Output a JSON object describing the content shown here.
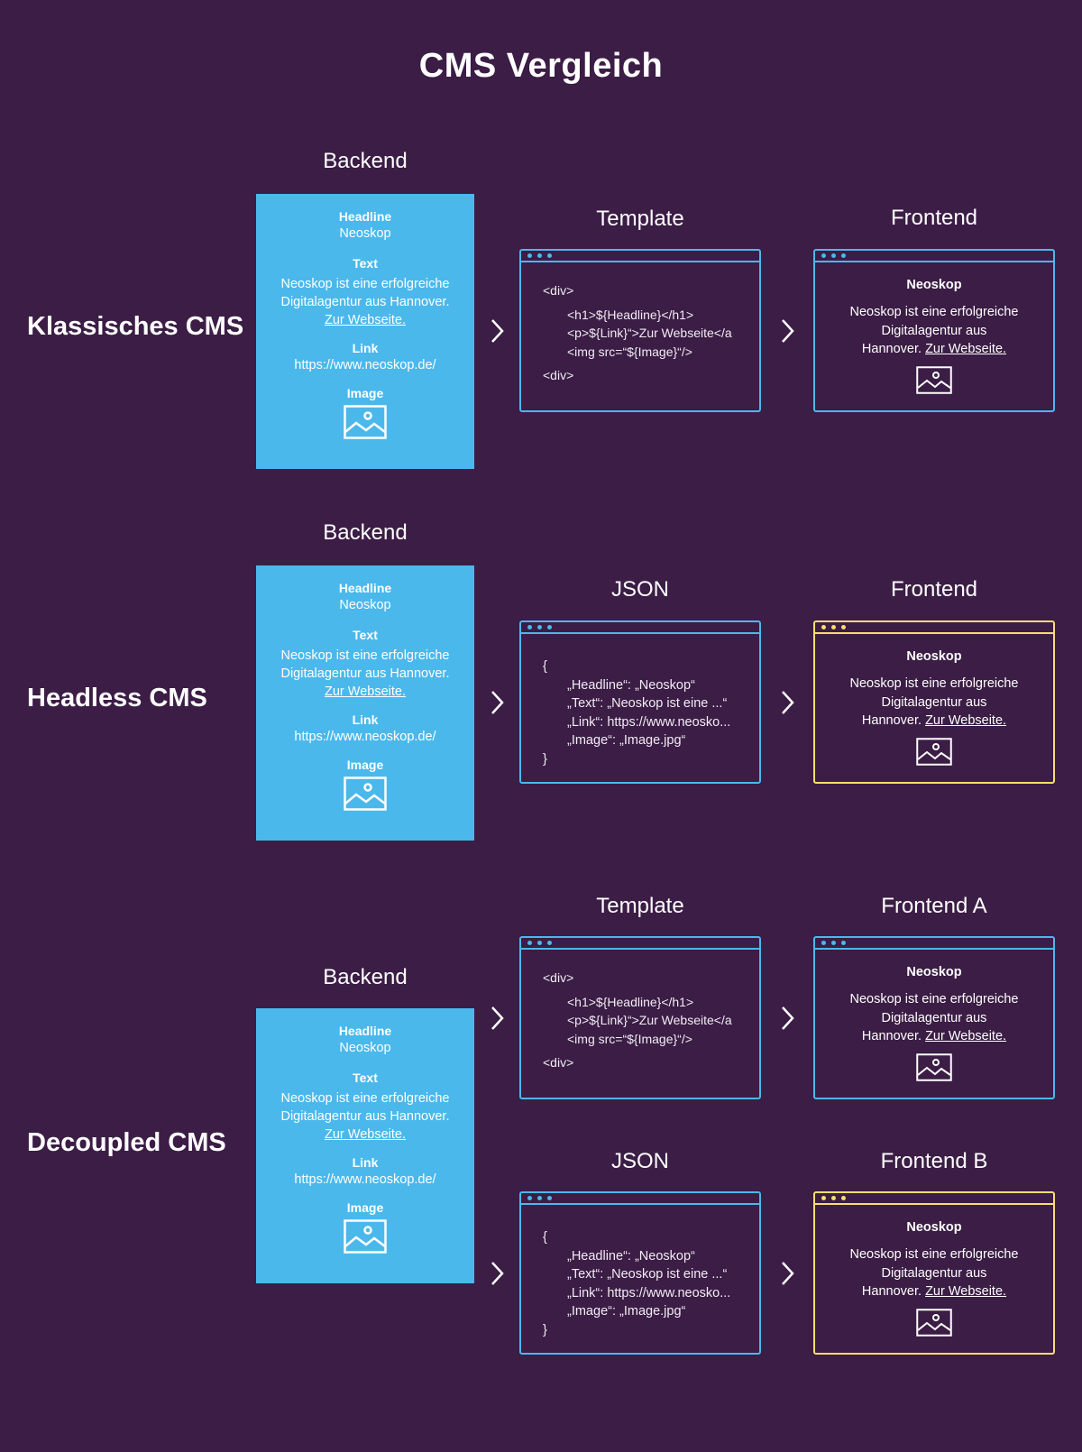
{
  "title": "CMS Vergleich",
  "sections": {
    "classic": {
      "label": "Klassisches CMS"
    },
    "headless": {
      "label": "Headless CMS"
    },
    "decoupled": {
      "label": "Decoupled CMS"
    }
  },
  "headings": {
    "backend": "Backend",
    "template": "Template",
    "json": "JSON",
    "frontend": "Frontend",
    "frontend_a": "Frontend A",
    "frontend_b": "Frontend B"
  },
  "backend": {
    "headline_label": "Headline",
    "headline_value": "Neoskop",
    "text_label": "Text",
    "text_line1": "Neoskop ist eine erfolgreiche",
    "text_line2": "Digitalagentur aus Hannover.",
    "text_link": "Zur Webseite.",
    "link_label": "Link",
    "link_value": "https://www.neoskop.de/",
    "image_label": "Image",
    "image_icon": "image-icon"
  },
  "template_code": {
    "line1": "<div>",
    "line2": "<h1>${Headline}</h1>",
    "line3": "<p>${Link}“>Zur Webseite</a",
    "line4": "<img src=“${Image}“/>",
    "line5": "<div>"
  },
  "json_code": {
    "line1": "{",
    "line2": "„Headline“: „Neoskop“",
    "line3": "„Text“: „Neoskop ist eine ...“",
    "line4": "„Link“: https://www.neosko...",
    "line5": "„Image“: „Image.jpg“",
    "line6": "}"
  },
  "frontend": {
    "headline": "Neoskop",
    "text_line1": "Neoskop ist eine erfolgreiche",
    "text_line2": "Digitalagentur aus",
    "text_line3": "Hannover.",
    "text_link": "Zur Webseite."
  },
  "colors": {
    "background": "#3b1d45",
    "backend_card": "#4bb8ec",
    "window_blue": "#4bb8ec",
    "window_yellow": "#f8de6e"
  }
}
